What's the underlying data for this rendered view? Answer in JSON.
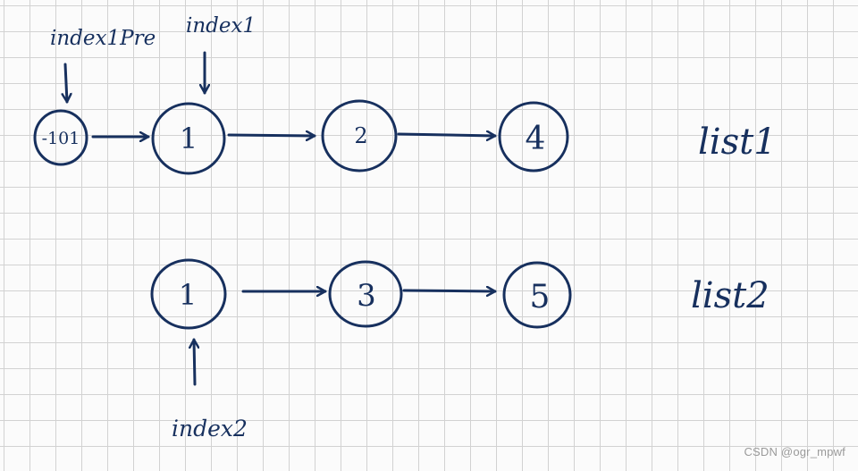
{
  "lists": [
    {
      "label": "list1",
      "nodes": [
        "-101",
        "1",
        "2",
        "4"
      ]
    },
    {
      "label": "list2",
      "nodes": [
        "1",
        "3",
        "5"
      ]
    }
  ],
  "pointers": {
    "index1pre": "index1Pre",
    "index1": "index1",
    "index2": "index2"
  },
  "watermark": "CSDN @ogr_mpwf",
  "colors": {
    "ink": "#17305e",
    "grid": "#d2d2d2"
  }
}
